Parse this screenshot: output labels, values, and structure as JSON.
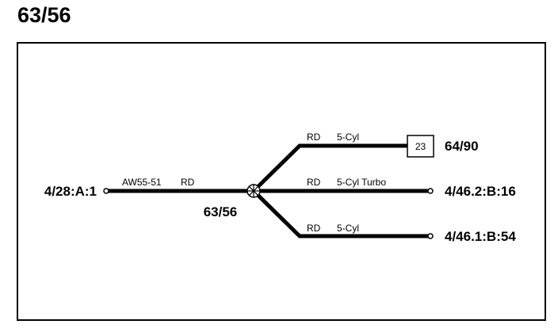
{
  "title": "63/56",
  "splice": {
    "label": "63/56"
  },
  "left_connector": {
    "label": "4/28:A:1",
    "wire_model": "AW55-51",
    "wire_color": "RD"
  },
  "branches": [
    {
      "wire_color": "RD",
      "variant": "5-Cyl",
      "target_box": "23",
      "target_label": "64/90"
    },
    {
      "wire_color": "RD",
      "variant": "5-Cyl Turbo",
      "target_label": "4/46.2:B:16"
    },
    {
      "wire_color": "RD",
      "variant": "5-Cyl",
      "target_label": "4/46.1:B:54"
    }
  ]
}
